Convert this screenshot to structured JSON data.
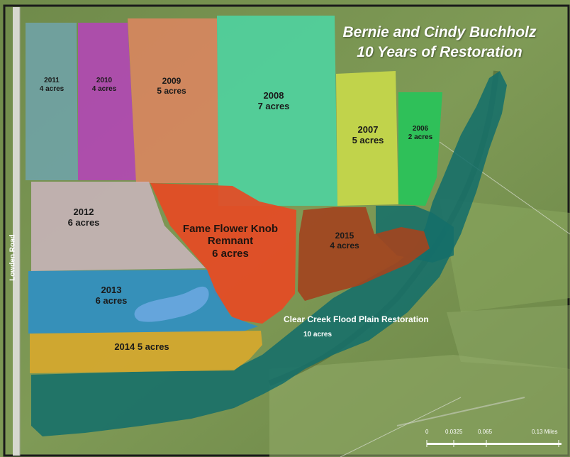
{
  "title": {
    "line1": "Bernie and Cindy Buchholz",
    "line2": "10 Years of Restoration"
  },
  "road_label": "Lowden Road",
  "parcels": [
    {
      "id": "2011",
      "year": "2011",
      "area": "4 acres",
      "color": "#6fa3a8"
    },
    {
      "id": "2010",
      "year": "2010",
      "area": "4 acres",
      "color": "#b247b5"
    },
    {
      "id": "2009",
      "year": "2009",
      "area": "5 acres",
      "color": "#d9865f"
    },
    {
      "id": "2008",
      "year": "2008",
      "area": "7 acres",
      "color": "#4fd3a0"
    },
    {
      "id": "2007",
      "year": "2007",
      "area": "5 acres",
      "color": "#c9d94a"
    },
    {
      "id": "2006",
      "year": "2006",
      "area": "2 acres",
      "color": "#27c45a"
    },
    {
      "id": "2012",
      "year": "2012",
      "area": "6 acres",
      "color": "#c7b4b8"
    },
    {
      "id": "2013",
      "year": "2013",
      "area": "6 acres",
      "color": "#2f8fc4"
    },
    {
      "id": "2014",
      "year": "2014 5 acres",
      "area": "",
      "color": "#d6a82e"
    },
    {
      "id": "2015",
      "year": "2015",
      "area": "4 acres",
      "color": "#a2441f"
    }
  ],
  "remnant": {
    "line1": "Fame Flower Knob",
    "line2": "Remnant",
    "line3": "6 acres",
    "color": "#e64a24"
  },
  "floodplain": {
    "name": "Clear Creek Flood Plain Restoration",
    "area": "10 acres",
    "color": "#146e6a"
  },
  "scale_bar": {
    "labels": [
      "0",
      "0.0325",
      "0.065",
      "0.13 Miles"
    ]
  }
}
